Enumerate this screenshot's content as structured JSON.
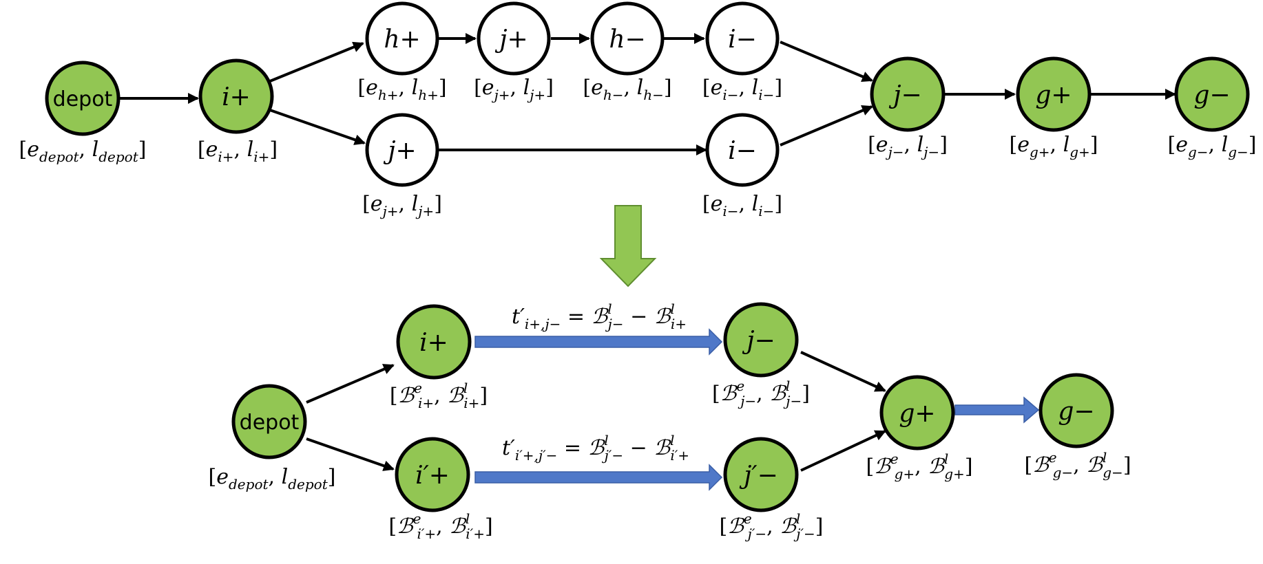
{
  "top": {
    "nodes": {
      "depot": "depot",
      "i_plus": "i+",
      "h_plus": "h+",
      "j_plus_top": "j+",
      "h_minus": "h−",
      "i_minus_top": "i−",
      "j_plus_bottom": "j+",
      "i_minus_bottom": "i−",
      "j_minus": "j−",
      "g_plus": "g+",
      "g_minus": "g−"
    },
    "windows": {
      "depot": {
        "e": "e",
        "esub": "depot",
        "l": "l",
        "lsub": "depot"
      },
      "i_plus": {
        "e": "e",
        "esub": "i+",
        "l": "l",
        "lsub": "i+"
      },
      "h_plus": {
        "e": "e",
        "esub": "h+",
        "l": "l",
        "lsub": "h+"
      },
      "j_plus_top": {
        "e": "e",
        "esub": "j+",
        "l": "l",
        "lsub": "j+"
      },
      "h_minus": {
        "e": "e",
        "esub": "h−",
        "l": "l",
        "lsub": "h−"
      },
      "i_minus_top": {
        "e": "e",
        "esub": "i−",
        "l": "l",
        "lsub": "i−"
      },
      "j_plus_bottom": {
        "e": "e",
        "esub": "j+",
        "l": "l",
        "lsub": "j+"
      },
      "i_minus_bottom": {
        "e": "e",
        "esub": "i−",
        "l": "l",
        "lsub": "i−"
      },
      "j_minus": {
        "e": "e",
        "esub": "j−",
        "l": "l",
        "lsub": "j−"
      },
      "g_plus": {
        "e": "e",
        "esub": "g+",
        "l": "l",
        "lsub": "g+"
      },
      "g_minus": {
        "e": "e",
        "esub": "g−",
        "l": "l",
        "lsub": "g−"
      }
    }
  },
  "bottom": {
    "nodes": {
      "depot": "depot",
      "i_plus": "i+",
      "i_prime_plus": "i′+",
      "j_minus": "j−",
      "j_prime_minus": "j′−",
      "g_plus": "g+",
      "g_minus": "g−"
    },
    "windows": {
      "depot": {
        "e": "e",
        "esub": "depot",
        "l": "l",
        "lsub": "depot"
      },
      "i_plus": {
        "B": "ℬ",
        "esup": "e",
        "esub": "i+",
        "lsup": "l",
        "lsub": "i+"
      },
      "i_prime_plus": {
        "B": "ℬ",
        "esup": "e",
        "esub": "i′+",
        "lsup": "l",
        "lsub": "i′+"
      },
      "j_minus": {
        "B": "ℬ",
        "esup": "e",
        "esub": "j−",
        "lsup": "l",
        "lsub": "j−"
      },
      "j_prime_minus": {
        "B": "ℬ",
        "esup": "e",
        "esub": "j′−",
        "lsup": "l",
        "lsub": "j′−"
      },
      "g_plus": {
        "B": "ℬ",
        "esup": "e",
        "esub": "g+",
        "lsup": "l",
        "lsub": "g+"
      },
      "g_minus": {
        "B": "ℬ",
        "esup": "e",
        "esub": "g−",
        "lsup": "l",
        "lsub": "g−"
      }
    },
    "formulas": {
      "upper": {
        "t": "t′",
        "tsub": "i+,j−",
        "eq": "=",
        "B1": "ℬ",
        "B1sup": "l",
        "B1sub": "j−",
        "minus": "−",
        "B2": "ℬ",
        "B2sup": "l",
        "B2sub": "i+"
      },
      "lower": {
        "t": "t′",
        "tsub": "i′+,j′−",
        "eq": "=",
        "B1": "ℬ",
        "B1sup": "l",
        "B1sub": "j′−",
        "minus": "−",
        "B2": "ℬ",
        "B2sup": "l",
        "B2sub": "i′+"
      }
    }
  },
  "colors": {
    "node_fill": "#92c653",
    "arrow_blue": "#4f78c8",
    "stroke": "#000000"
  }
}
